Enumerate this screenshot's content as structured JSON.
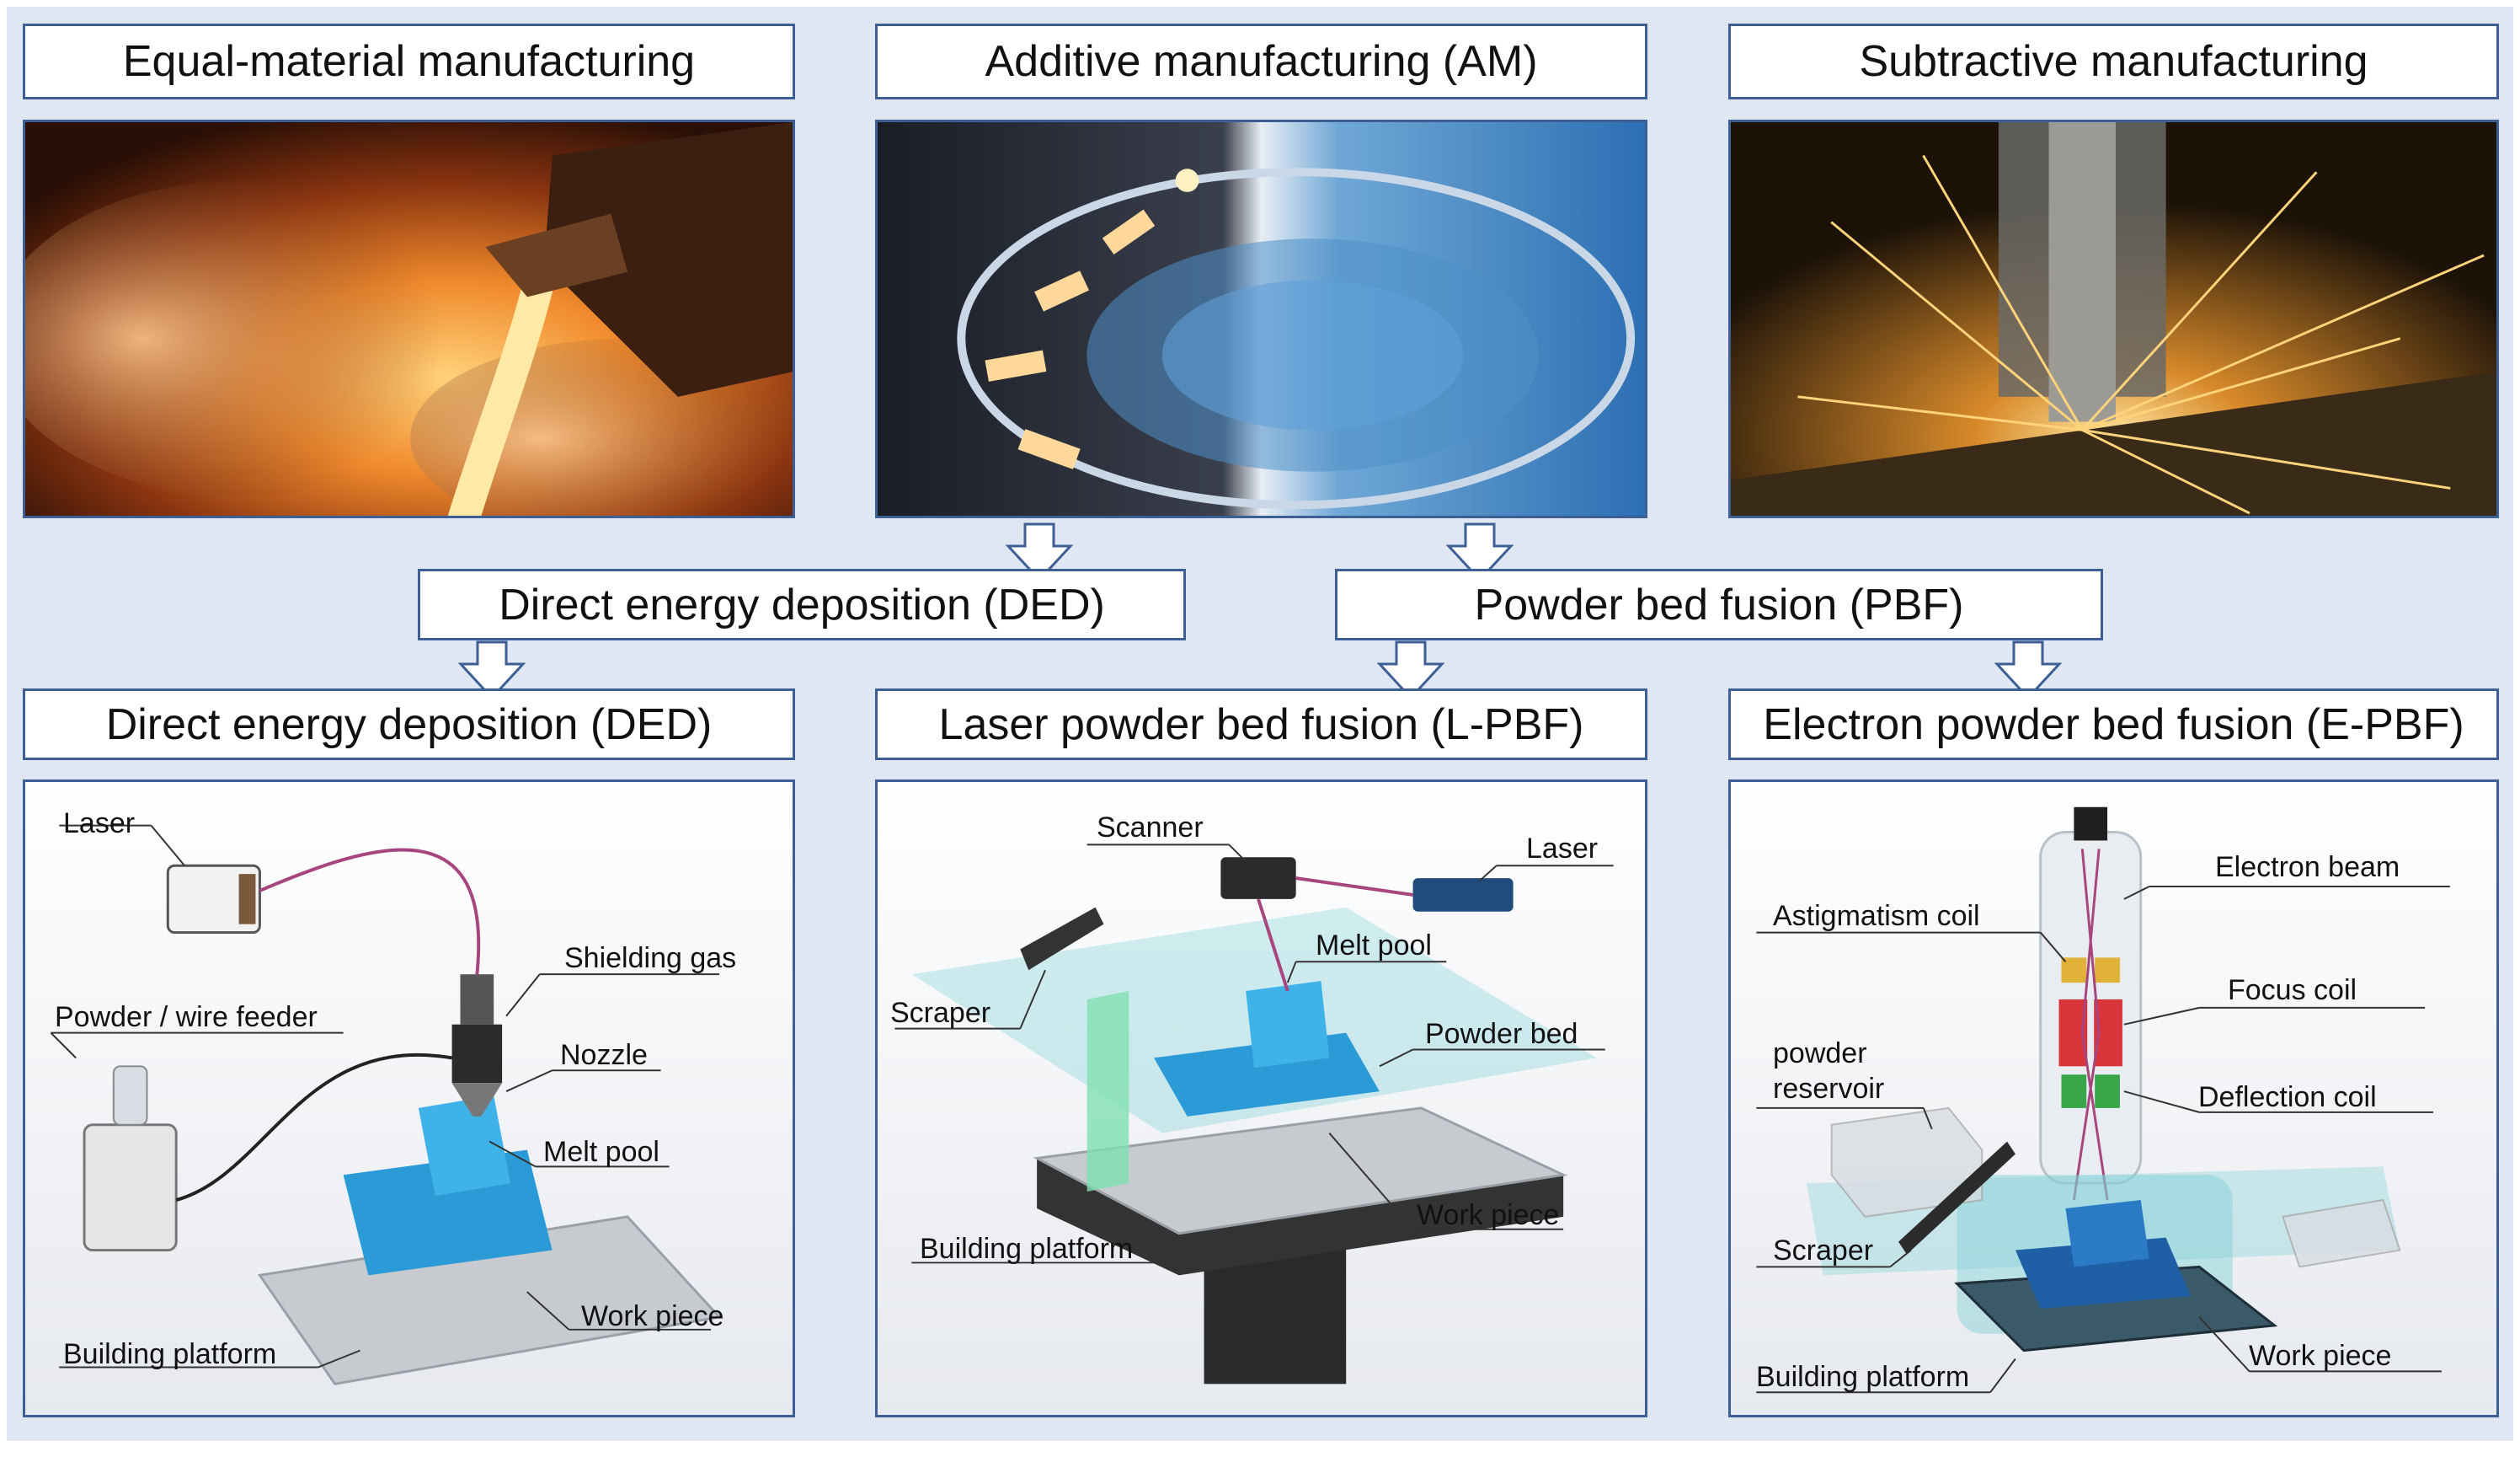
{
  "colors": {
    "frame": "#3d5f96",
    "background_band": "#dfe8f2",
    "arrow_fill": "#ffffff"
  },
  "top_row": {
    "equal_material": "Equal-material manufacturing",
    "additive": "Additive manufacturing (AM)",
    "subtractive": "Subtractive manufacturing"
  },
  "middle_row": {
    "ded": "Direct energy deposition (DED)",
    "pbf": "Powder bed fusion (PBF)"
  },
  "bottom_row": {
    "ded": "Direct energy deposition (DED)",
    "lpbf": "Laser powder bed fusion (L-PBF)",
    "epbf": "Electron powder bed fusion (E-PBF)"
  },
  "ded_parts": {
    "laser": "Laser",
    "shielding_gas": "Shielding gas",
    "feeder": "Powder / wire feeder",
    "nozzle": "Nozzle",
    "melt_pool": "Melt pool",
    "work_piece": "Work piece",
    "platform": "Building platform"
  },
  "lpbf_parts": {
    "scanner": "Scanner",
    "laser": "Laser",
    "melt_pool": "Melt pool",
    "scraper": "Scraper",
    "powder_bed": "Powder bed",
    "work_piece": "Work piece",
    "platform": "Building platform"
  },
  "epbf_parts": {
    "electron_beam": "Electron beam",
    "astigmatism": "Astigmatism coil",
    "focus": "Focus coil",
    "reservoir_1": "powder",
    "reservoir_2": "reservoir",
    "deflection": "Deflection coil",
    "scraper": "Scraper",
    "work_piece": "Work piece",
    "platform": "Building platform"
  }
}
